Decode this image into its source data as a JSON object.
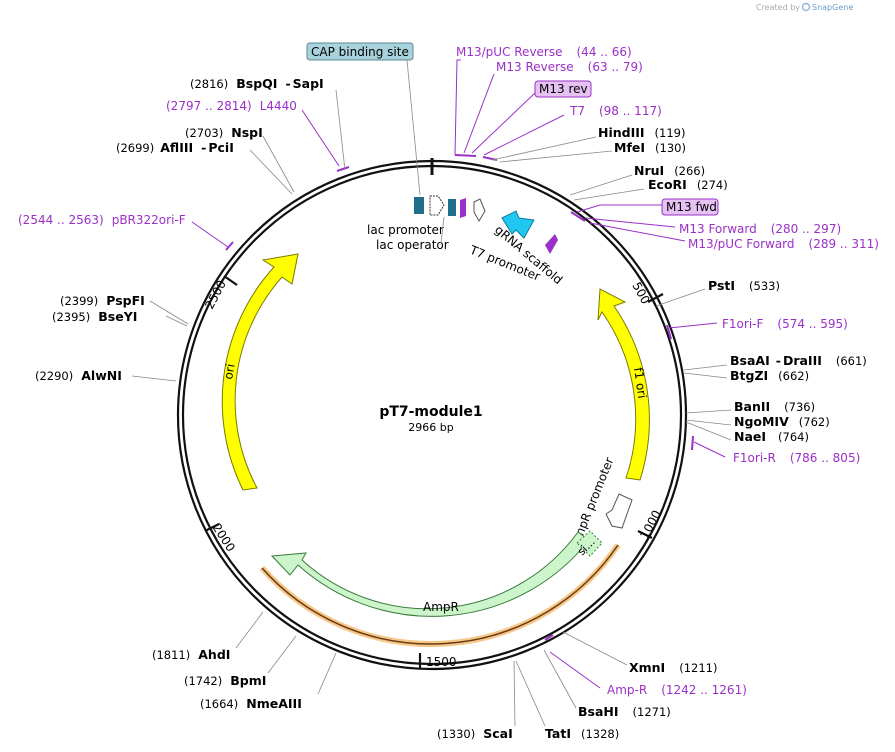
{
  "app": {
    "credit_prefix": "Created by",
    "credit_brand": "SnapGene"
  },
  "plasmid": {
    "name": "pT7-module1",
    "length": "2966 bp"
  },
  "ruler": {
    "t500": "500",
    "t1000": "1000",
    "t1500": "1500",
    "t2000": "2000",
    "t2500": "2500"
  },
  "features": {
    "ori": "ori",
    "f1ori": "f1 ori",
    "ampr": "AmpR",
    "amprpromoter": "AmpR promoter",
    "sig": "si...",
    "lacpromoter": "lac promoter",
    "lacoperator": "lac operator",
    "t7promoter": "T7 promoter",
    "grna": "gRNA scaffold",
    "cap": "CAP binding site"
  },
  "primers": {
    "m13pucrev": {
      "name": "M13/pUC Reverse",
      "range": "(44 .. 66)"
    },
    "m13rev": {
      "name": "M13 Reverse",
      "range": "(63 .. 79)"
    },
    "m13revbox": "M13 rev",
    "t7": {
      "name": "T7",
      "range": "(98 .. 117)"
    },
    "m13fwdbox": "M13 fwd",
    "m13fwd": {
      "name": "M13 Forward",
      "range": "(280 .. 297)"
    },
    "m13pucfwd": {
      "name": "M13/pUC Forward",
      "range": "(289 .. 311)"
    },
    "f1orif": {
      "name": "F1ori-F",
      "range": "(574 .. 595)"
    },
    "f1orir": {
      "name": "F1ori-R",
      "range": "(786 .. 805)"
    },
    "ampr": {
      "name": "Amp-R",
      "range": "(1242 .. 1261)"
    },
    "pbr": {
      "name": "pBR322ori-F",
      "range": "(2544 .. 2563)"
    },
    "l4440": {
      "name": "L4440",
      "range": "(2797 .. 2814)"
    }
  },
  "enzymes": {
    "hindiii": {
      "name": "HindIII",
      "pos": "(119)"
    },
    "mfei": {
      "name": "MfeI",
      "pos": "(130)"
    },
    "nrui": {
      "name": "NruI",
      "pos": "(266)"
    },
    "ecori": {
      "name": "EcoRI",
      "pos": "(274)"
    },
    "psti": {
      "name": "PstI",
      "pos": "(533)"
    },
    "bsaai": {
      "name": "BsaAI",
      "sep": "-",
      "name2": "DraIII",
      "pos": "(661)"
    },
    "btgzi": {
      "name": "BtgZI",
      "pos": "(662)"
    },
    "banii": {
      "name": "BanII",
      "pos": "(736)"
    },
    "ngomiv": {
      "name": "NgoMIV",
      "pos": "(762)"
    },
    "naei": {
      "name": "NaeI",
      "pos": "(764)"
    },
    "xmni": {
      "name": "XmnI",
      "pos": "(1211)"
    },
    "bsahi": {
      "name": "BsaHI",
      "pos": "(1271)"
    },
    "tati": {
      "name": "TatI",
      "pos": "(1328)"
    },
    "scai": {
      "name": "ScaI",
      "pos": "(1330)"
    },
    "nmeaiii": {
      "name": "NmeAIII",
      "pos": "(1664)"
    },
    "bpmi": {
      "name": "BpmI",
      "pos": "(1742)"
    },
    "ahdi": {
      "name": "AhdI",
      "pos": "(1811)"
    },
    "alwni": {
      "name": "AlwNI",
      "pos": "(2290)"
    },
    "bseyi": {
      "name": "BseYI",
      "pos": "(2395)"
    },
    "pspfi": {
      "name": "PspFI",
      "pos": "(2399)"
    },
    "afliii": {
      "name": "AflIII",
      "sep": "-",
      "name2": "PciI",
      "pos": "(2699)"
    },
    "nspi": {
      "name": "NspI",
      "pos": "(2703)"
    },
    "bspqi": {
      "name": "BspQI",
      "sep": "-",
      "name2": "SapI",
      "pos": "(2816)"
    }
  },
  "colors": {
    "ori": "#ffff00",
    "ampr": "#ccf5cc",
    "grna": "#1ec8f0",
    "primer": "#9b30c8",
    "capbox": "#a8d3dc",
    "primerbox": "#e6c2f2",
    "lac": "#1f6e8a"
  }
}
